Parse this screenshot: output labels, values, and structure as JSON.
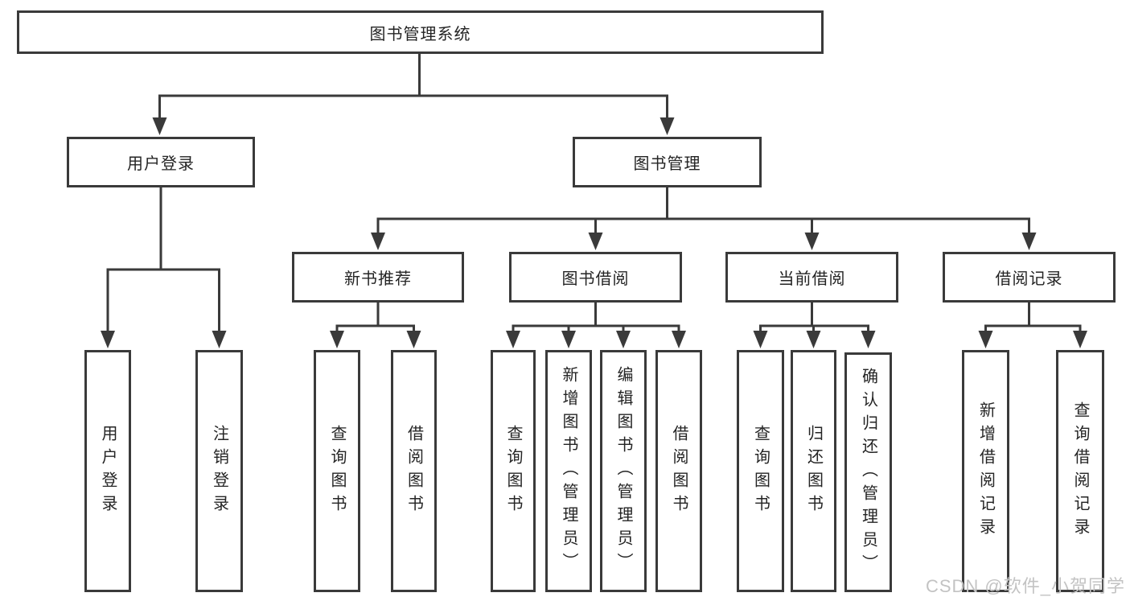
{
  "diagram": {
    "root": {
      "label": "图书管理系统"
    },
    "branches": [
      {
        "label": "用户登录",
        "leaves": [
          {
            "label": "用户登录"
          },
          {
            "label": "注销登录"
          }
        ]
      },
      {
        "label": "图书管理",
        "groups": [
          {
            "label": "新书推荐",
            "leaves": [
              {
                "label": "查询图书"
              },
              {
                "label": "借阅图书"
              }
            ]
          },
          {
            "label": "图书借阅",
            "leaves": [
              {
                "label": "查询图书"
              },
              {
                "label": "新增图书（管理员）"
              },
              {
                "label": "编辑图书（管理员）"
              },
              {
                "label": "借阅图书"
              }
            ]
          },
          {
            "label": "当前借阅",
            "leaves": [
              {
                "label": "查询图书"
              },
              {
                "label": "归还图书"
              },
              {
                "label": "确认归还（管理员）"
              }
            ]
          },
          {
            "label": "借阅记录",
            "leaves": [
              {
                "label": "新增借阅记录"
              },
              {
                "label": "查询借阅记录"
              }
            ]
          }
        ]
      }
    ]
  },
  "watermark": {
    "text": "CSDN @软件_小贺同学"
  },
  "colors": {
    "line": "#3a3a3a",
    "box_background": "#ffffff",
    "text": "#242424",
    "watermark": "#c3c3c3"
  }
}
